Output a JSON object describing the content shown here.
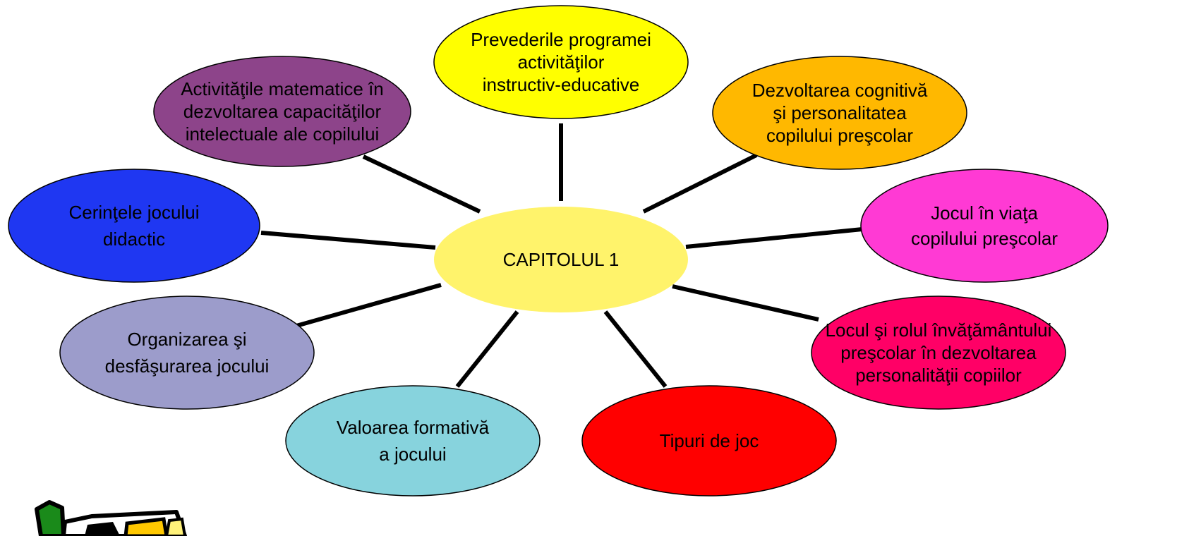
{
  "center": {
    "label": "CAPITOLUL 1",
    "color": "#FFF36B"
  },
  "nodes": [
    {
      "id": "prevederile",
      "lines": [
        "Prevederile programei",
        "activităţilor",
        "instructiv-educative"
      ],
      "color": "#FFFF00"
    },
    {
      "id": "dezvoltarea-cognitiva",
      "lines": [
        "Dezvoltarea cognitivă",
        "şi personalitatea",
        "copilului preşcolar"
      ],
      "color": "#FFB800"
    },
    {
      "id": "jocul-in-viata",
      "lines": [
        "Jocul în viaţa",
        "copilului preşcolar"
      ],
      "color": "#FF3AD4"
    },
    {
      "id": "locul-si-rolul",
      "lines": [
        "Locul şi rolul învăţământului",
        "preşcolar în dezvoltarea",
        "personalităţii copiilor"
      ],
      "color": "#FF0066"
    },
    {
      "id": "tipuri-de-joc",
      "lines": [
        "Tipuri de joc"
      ],
      "color": "#FF0000"
    },
    {
      "id": "valoarea-formativa",
      "lines": [
        "Valoarea formativă",
        "a jocului"
      ],
      "color": "#87D3DD"
    },
    {
      "id": "organizarea",
      "lines": [
        "Organizarea şi",
        "desfăşurarea jocului"
      ],
      "color": "#9C9CCB"
    },
    {
      "id": "cerintele",
      "lines": [
        "Cerinţele jocului",
        "didactic"
      ],
      "color": "#1F37F2"
    },
    {
      "id": "activitatile-matematice",
      "lines": [
        "Activităţile matematice în",
        "dezvoltarea capacităţilor",
        "intelectuale ale copilului"
      ],
      "color": "#8D448A"
    }
  ]
}
